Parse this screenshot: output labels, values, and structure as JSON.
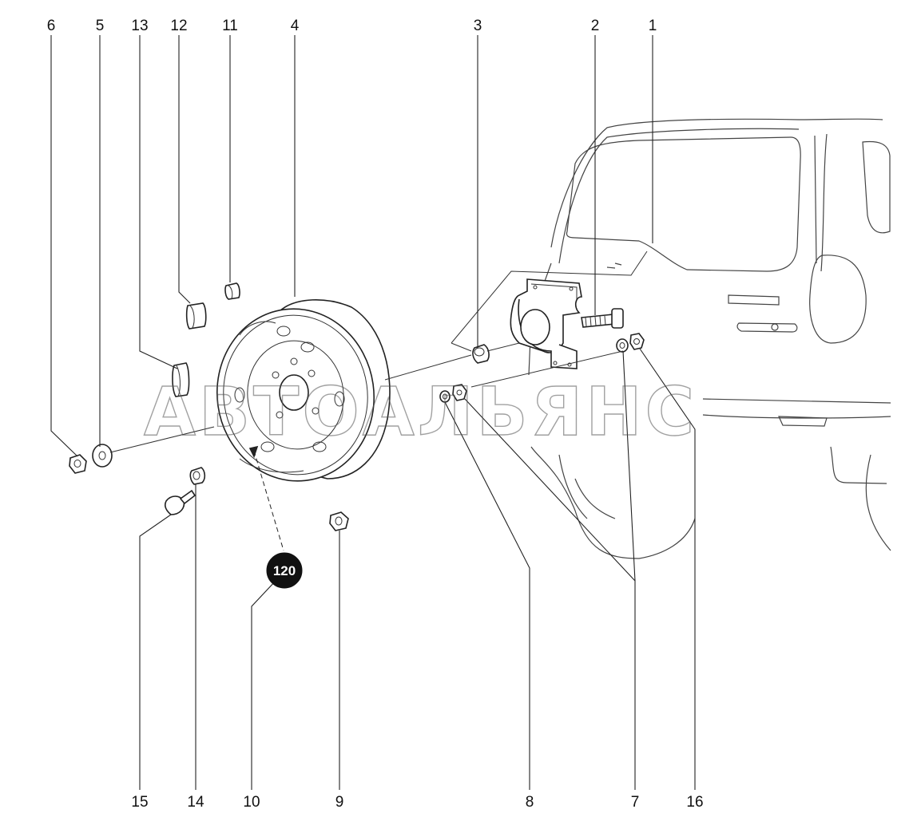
{
  "watermark": "АВТОАЛЬЯНС",
  "reference_badge": "120",
  "callouts": [
    {
      "id": "c6",
      "label": "6"
    },
    {
      "id": "c5",
      "label": "5"
    },
    {
      "id": "c13",
      "label": "13"
    },
    {
      "id": "c12",
      "label": "12"
    },
    {
      "id": "c11",
      "label": "11"
    },
    {
      "id": "c4",
      "label": "4"
    },
    {
      "id": "c3",
      "label": "3"
    },
    {
      "id": "c2",
      "label": "2"
    },
    {
      "id": "c1",
      "label": "1"
    },
    {
      "id": "c15",
      "label": "15"
    },
    {
      "id": "c14",
      "label": "14"
    },
    {
      "id": "c10",
      "label": "10"
    },
    {
      "id": "c9",
      "label": "9"
    },
    {
      "id": "c8",
      "label": "8"
    },
    {
      "id": "c7",
      "label": "7"
    },
    {
      "id": "c16",
      "label": "16"
    }
  ]
}
